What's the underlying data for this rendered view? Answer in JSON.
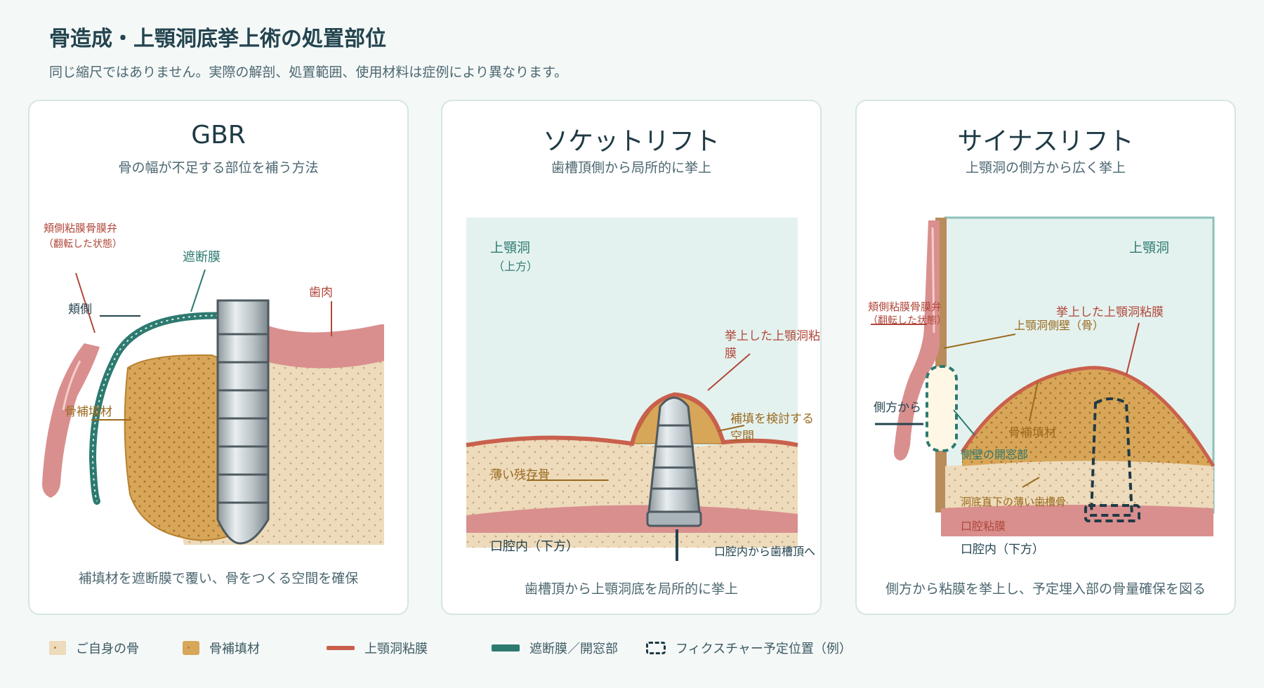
{
  "header": {
    "title": "骨造成・上顎洞底挙上術の処置部位",
    "subtitle": "同じ縮尺ではありません。実際の解剖、処置範囲、使用材料は症例により異なります。"
  },
  "panels": [
    {
      "title": "GBR",
      "subtitle": "骨の幅が不足する部位を補う方法",
      "caption": "補填材を遮断膜で覆い、骨をつくる空間を確保",
      "labels": {
        "flap": "頬側粘膜骨膜弁",
        "flap_note": "（翻転した状態）",
        "barrier": "遮断膜",
        "gingiva": "歯肉",
        "buccal": "頬側",
        "graft": "骨補填材"
      }
    },
    {
      "title": "ソケットリフト",
      "subtitle": "歯槽頂側から局所的に挙上",
      "caption": "歯槽頂から上顎洞底を局所的に挙上",
      "labels": {
        "sinus": "上顎洞",
        "sinus_note": "（上方）",
        "lifted_membrane": "挙上した上顎洞粘膜",
        "graft_space": "補填を検討する空間",
        "thin_bone": "薄い残存骨",
        "oral": "口腔内（下方）",
        "approach": "口腔内から歯槽頂へ"
      }
    },
    {
      "title": "サイナスリフト",
      "subtitle": "上顎洞の側方から広く挙上",
      "caption": "側方から粘膜を挙上し、予定埋入部の骨量確保を図る",
      "labels": {
        "sinus": "上顎洞",
        "flap": "頬側粘膜骨膜弁",
        "flap_note": "（翻転した状態）",
        "lifted_membrane": "挙上した上顎洞粘膜",
        "lateral_wall": "上顎洞側壁（骨）",
        "from_side": "側方から",
        "graft": "骨補填材",
        "window": "側壁の開窓部",
        "thin_bone": "洞底直下の薄い歯槽骨",
        "oral_mucosa": "口腔粘膜",
        "oral": "口腔内（下方）"
      }
    }
  ],
  "legend": [
    {
      "label": "ご自身の骨",
      "icon": "bone-swatch"
    },
    {
      "label": "骨補填材",
      "icon": "graft-swatch"
    },
    {
      "label": "上顎洞粘膜",
      "icon": "mucosa-line"
    },
    {
      "label": "遮断膜／開窓部",
      "icon": "barrier-line"
    },
    {
      "label": "フィクスチャー予定位置（例）",
      "icon": "dashed-box"
    }
  ],
  "colors": {
    "bone": "#eddbbb",
    "graft": "#d8a658",
    "mucosa": "#c9604c",
    "gingiva": "#d98f8e",
    "barrier": "#2d7a70",
    "sinus": "#e4f2ef",
    "text_red": "#b0473a",
    "text_gold": "#9a6a1e",
    "text_teal": "#2d7a70"
  }
}
